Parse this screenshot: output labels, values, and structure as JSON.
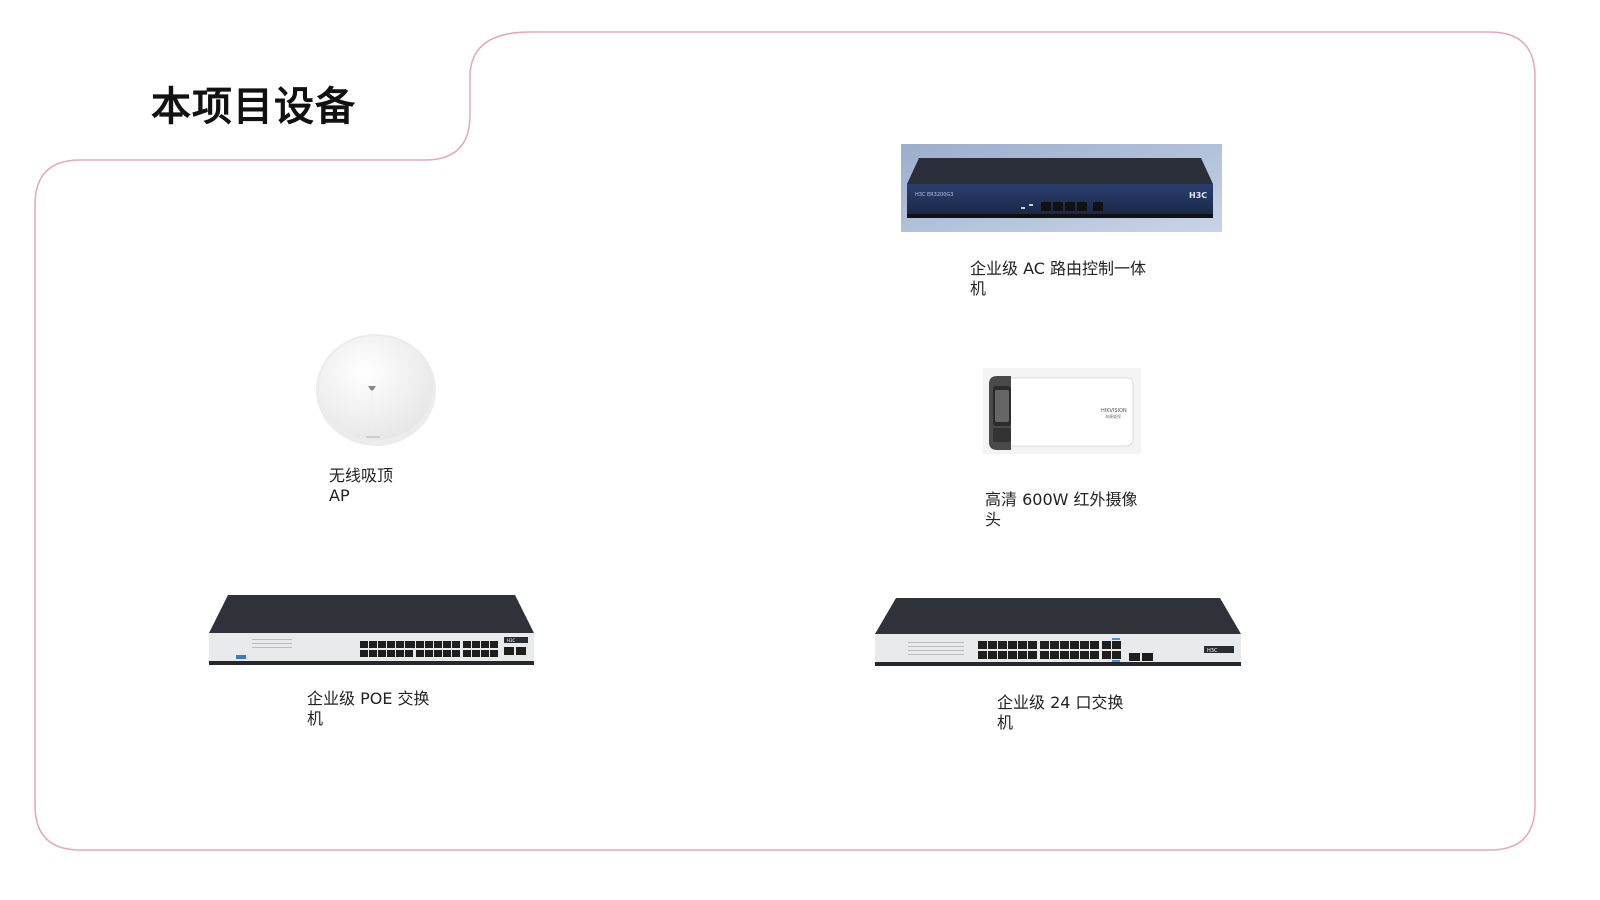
{
  "page": {
    "title": "本项目设备",
    "border_color": "#e4a9b6"
  },
  "devices": [
    {
      "name": "企业级 AC 路由控制一体机",
      "line1": "企业级 AC 路由控制一体",
      "line2": "机",
      "brand": "H3C",
      "icon": "ac-router-icon"
    },
    {
      "name": "无线吸顶 AP",
      "line1": "无线吸顶",
      "line2": "AP",
      "icon": "ceiling-ap-icon"
    },
    {
      "name": "高清 600W 红外摄像头",
      "line1": "高清 600W 红外摄像",
      "line2": "头",
      "icon": "bullet-camera-icon"
    },
    {
      "name": "企业级 POE 交换机",
      "line1": "企业级 POE 交换",
      "line2": "机",
      "brand": "H3C",
      "icon": "poe-switch-icon"
    },
    {
      "name": "企业级 24 口交换机",
      "line1": "企业级 24 口交换",
      "line2": "机",
      "brand": "H3C",
      "icon": "24-port-switch-icon"
    }
  ]
}
